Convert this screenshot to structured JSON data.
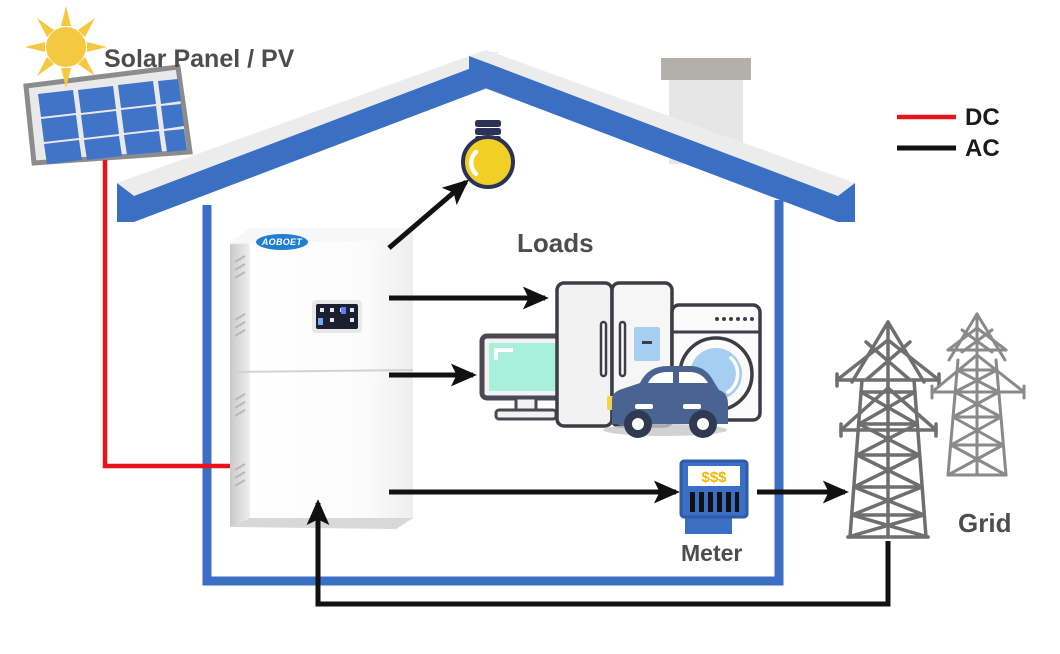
{
  "diagram": {
    "title_labels": {
      "solar": "Solar Panel / PV",
      "loads": "Loads",
      "meter": "Meter",
      "grid": "Grid"
    },
    "inverter": {
      "brand": "AOBOET"
    },
    "meter": {
      "display_text": "$$$"
    },
    "legend": {
      "items": [
        {
          "label": "DC",
          "color": "#e8141c"
        },
        {
          "label": "AC",
          "color": "#111111"
        }
      ]
    },
    "colors": {
      "dc_line": "#e8141c",
      "ac_line": "#111111",
      "house_wall": "#3a6fc4",
      "roof_blue": "#3a6fc4",
      "roof_gray": "#e6e6e6",
      "panel_cell": "#3f74c8",
      "panel_frame": "#8c8c8c",
      "sun": "#f5c842",
      "bulb": "#f2cf25",
      "bulb_outline": "#2b3257",
      "meter_body": "#3a6fc4",
      "meter_display_text": "#f2b705",
      "tower": "#6f6f6f",
      "label_text": "#4d4d4d",
      "car_body": "#4a6491",
      "screen": "#a8f0dc",
      "appliance_fill": "#f2f2f2",
      "appliance_stroke": "#3d3d46",
      "chimney": "#e6e6e6",
      "chimney_cap": "#b3b0ab"
    },
    "components": [
      {
        "name": "sun",
        "type": "icon"
      },
      {
        "name": "solar-panel",
        "type": "pv-array",
        "rows": 3,
        "cols": 4
      },
      {
        "name": "house",
        "type": "outline"
      },
      {
        "name": "chimney",
        "type": "shape"
      },
      {
        "name": "light-bulb",
        "type": "load"
      },
      {
        "name": "inverter",
        "type": "device"
      },
      {
        "name": "monitor",
        "type": "load"
      },
      {
        "name": "refrigerator",
        "type": "load"
      },
      {
        "name": "washing-machine",
        "type": "load"
      },
      {
        "name": "electric-car",
        "type": "load"
      },
      {
        "name": "electric-meter",
        "type": "device"
      },
      {
        "name": "power-tower-near",
        "type": "grid"
      },
      {
        "name": "power-tower-far",
        "type": "grid"
      }
    ],
    "flows": [
      {
        "name": "pv-to-inverter",
        "type": "DC",
        "color": "#e8141c"
      },
      {
        "name": "inverter-to-bulb",
        "type": "AC",
        "color": "#111111"
      },
      {
        "name": "inverter-to-fridge",
        "type": "AC",
        "color": "#111111"
      },
      {
        "name": "inverter-to-monitor",
        "type": "AC",
        "color": "#111111"
      },
      {
        "name": "inverter-to-meter",
        "type": "AC",
        "color": "#111111"
      },
      {
        "name": "meter-to-grid",
        "type": "AC",
        "color": "#111111"
      },
      {
        "name": "grid-to-inverter",
        "type": "AC",
        "color": "#111111"
      }
    ]
  }
}
